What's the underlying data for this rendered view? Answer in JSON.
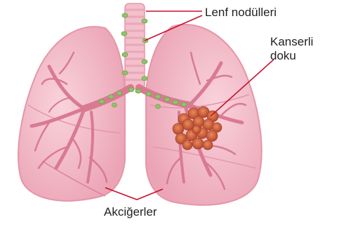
{
  "labels": {
    "lymph_nodes": "Lenf nodülleri",
    "cancer_line1": "Kanserli",
    "cancer_line2": "doku",
    "lungs": "Akciğerler"
  },
  "colors": {
    "lung_fill": "#f2b3c1",
    "lung_edge": "#e596a8",
    "bronchi": "#d97a93",
    "trachea_ring": "#e9a7b7",
    "lymph_node": "#8fc46a",
    "tumor": "#c85a3a",
    "leader_line": "#c8102e"
  }
}
